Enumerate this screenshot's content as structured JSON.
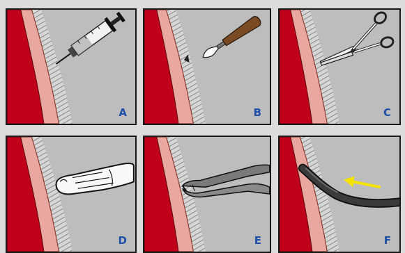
{
  "colors": {
    "panel_bg": "#bdbdbd",
    "page_bg": "#dcdcdc",
    "tissue_red": "#c0001a",
    "tissue_pink": "#e8a7a0",
    "hatch_band": "#d8d8d8",
    "label_blue": "#1f4fa8",
    "arrow_yellow": "#f5e400",
    "drain_tube": "#3b3b3b"
  },
  "panels": [
    {
      "label": "A",
      "icon": "syringe-icon"
    },
    {
      "label": "B",
      "icon": "scalpel-icon"
    },
    {
      "label": "C",
      "icon": "scissors-clamp-icon"
    },
    {
      "label": "D",
      "icon": "finger-icon"
    },
    {
      "label": "E",
      "icon": "forceps-icon"
    },
    {
      "label": "F",
      "icon": "drain-tube-icon"
    }
  ]
}
